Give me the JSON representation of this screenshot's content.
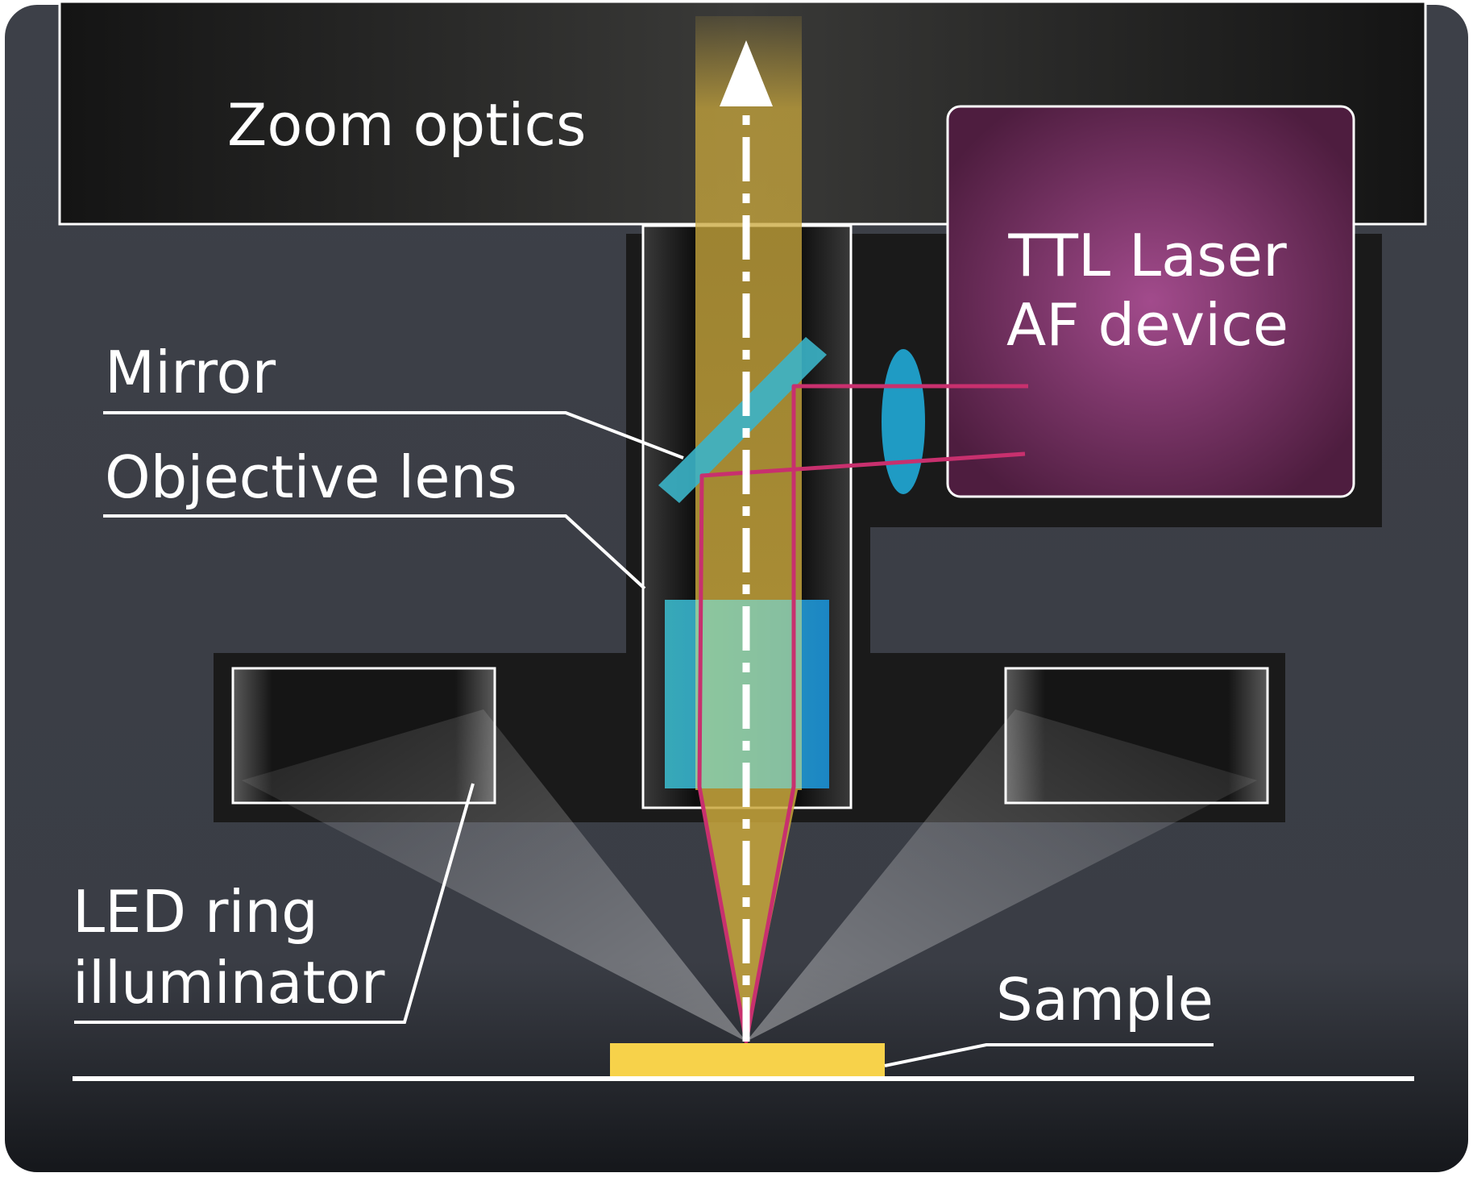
{
  "labels": {
    "zoom_optics": "Zoom optics",
    "ttl_line1": "TTL Laser",
    "ttl_line2": "AF device",
    "mirror": "Mirror",
    "objective_lens": "Objective lens",
    "led_line1": "LED ring",
    "led_line2": "illuminator",
    "sample": "Sample"
  },
  "colors": {
    "background": "#3c3f47",
    "housing": "#1a1a1a",
    "beam": "#c9a73c",
    "laser": "#c8306e",
    "lens_blue": "#1f9bc4",
    "ttl_box": "#6b2a5a",
    "sample": "#f7d24a",
    "outline": "#ffffff"
  }
}
